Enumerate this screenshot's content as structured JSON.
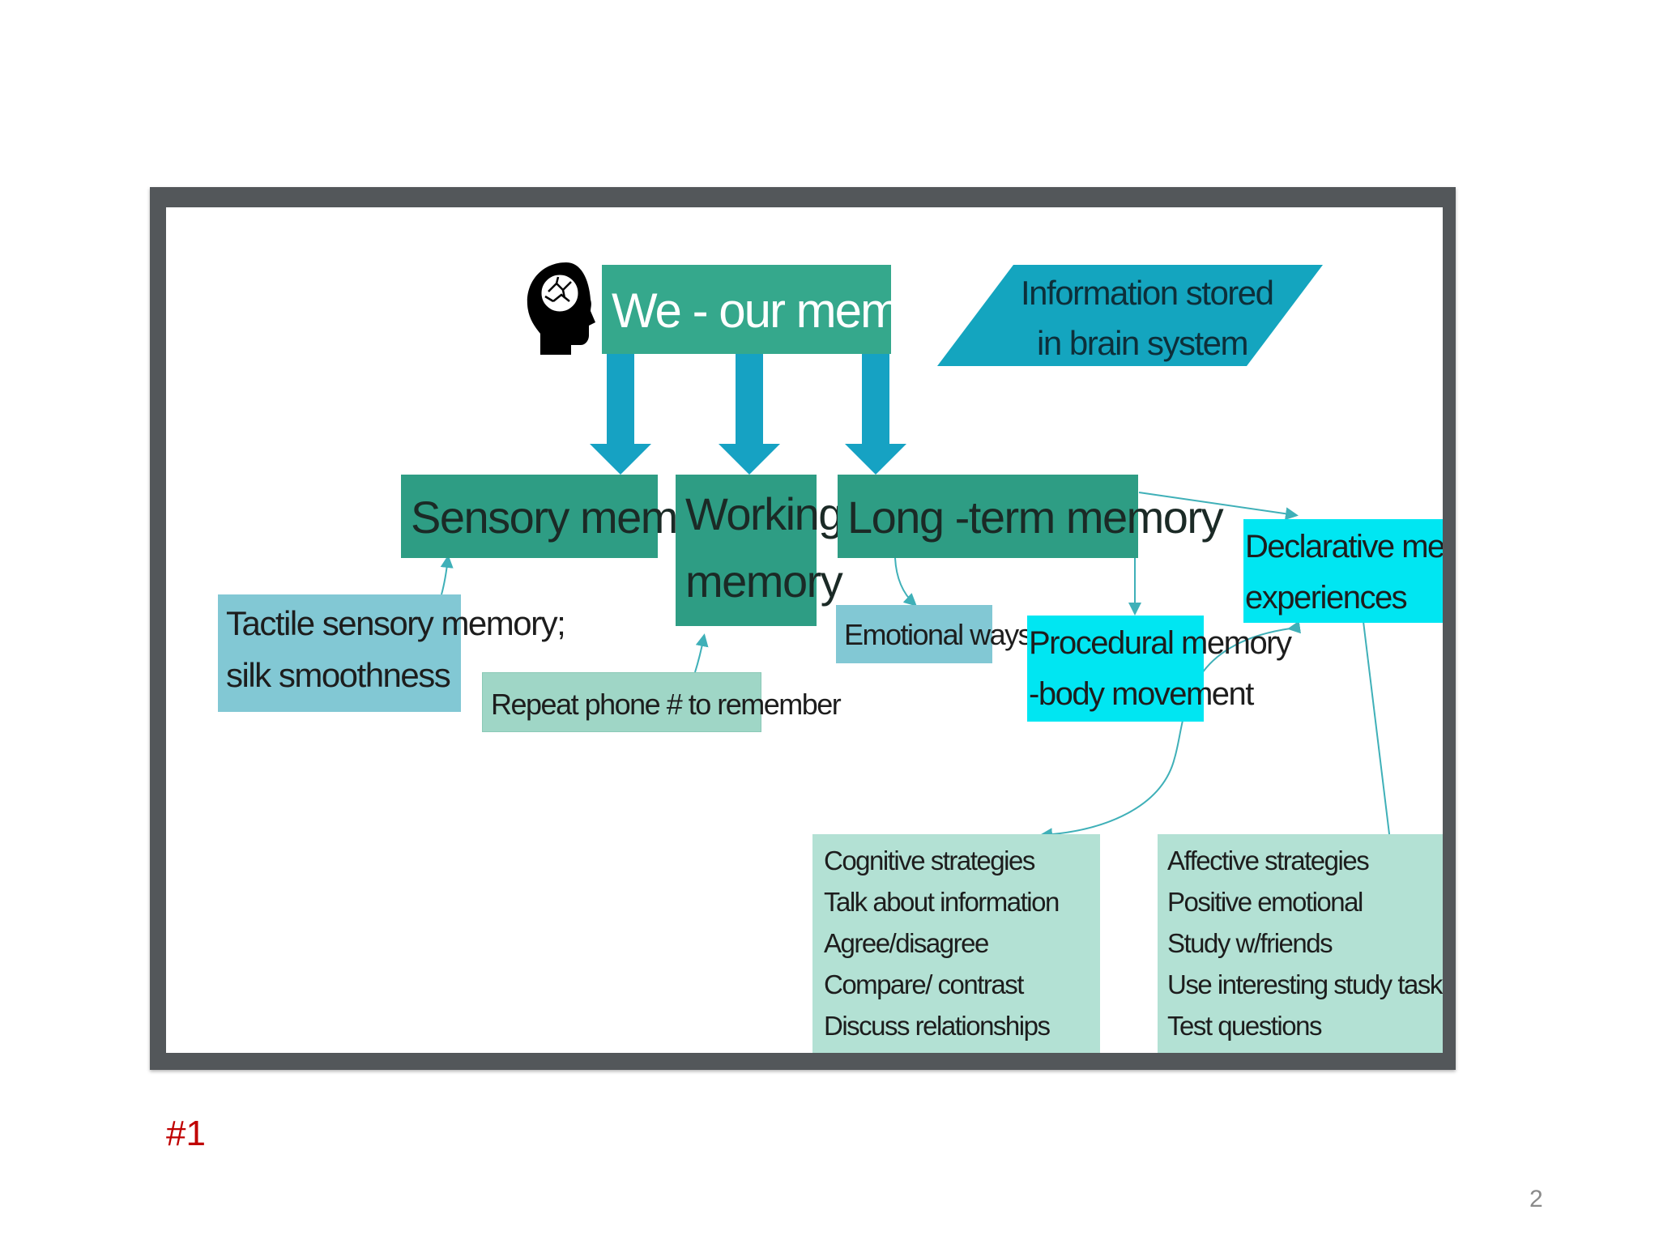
{
  "diagram": {
    "title": "We - our memory",
    "info_note": [
      "Information stored",
      "in  brain system"
    ],
    "sensory": "Sensory memory",
    "working": [
      "Working",
      "memory"
    ],
    "longterm": "Long -term memory",
    "tactile": [
      "Tactile sensory memory;",
      "silk smoothness"
    ],
    "repeat": "Repeat phone # to remember",
    "emotional": "Emotional ways",
    "procedural": [
      "Procedural memory",
      "-body movement"
    ],
    "declarative": [
      "Declarative memory --",
      "experiences"
    ],
    "cognitive": [
      "Cognitive strategies",
      "Talk about information",
      "Agree/disagree",
      "Compare/ contrast",
      "Discuss relationships"
    ],
    "affective": [
      "Affective strategies",
      "Positive emotional",
      "Study w/friends",
      "Use interesting study tasks",
      "Test questions"
    ]
  },
  "slide_label": "#1",
  "page_number": "2",
  "colors": {
    "frame": "#53575a",
    "teal": "#34a78b",
    "arrow_blue": "#1aa3c4",
    "parallelogram": "#15a6c0",
    "cyan_box": "#00e6f2",
    "pale_box": "#b3e1d4",
    "label_red": "#c00000"
  }
}
